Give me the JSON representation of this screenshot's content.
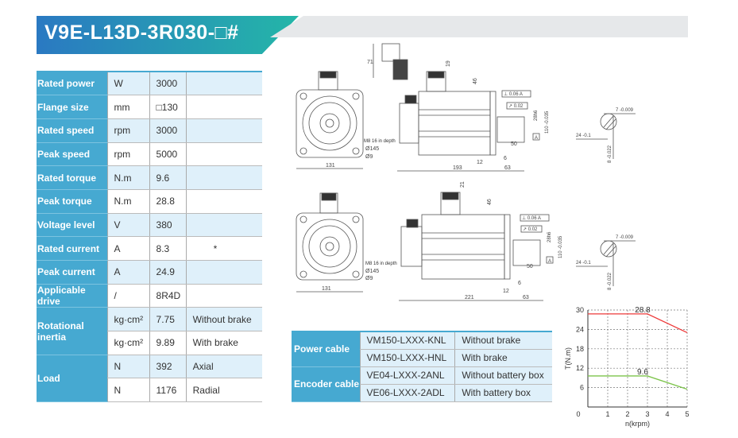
{
  "header": {
    "title": "V9E-L13D-3R030-□#"
  },
  "specs": [
    {
      "label": "Rated power",
      "unit": "W",
      "value": "3000",
      "note": ""
    },
    {
      "label": "Flange size",
      "unit": "mm",
      "value": "□130",
      "note": ""
    },
    {
      "label": "Rated speed",
      "unit": "rpm",
      "value": "3000",
      "note": ""
    },
    {
      "label": "Peak speed",
      "unit": "rpm",
      "value": "5000",
      "note": ""
    },
    {
      "label": "Rated torque",
      "unit": "N.m",
      "value": "9.6",
      "note": ""
    },
    {
      "label": "Peak torque",
      "unit": "N.m",
      "value": "28.8",
      "note": ""
    },
    {
      "label": "Voltage level",
      "unit": "V",
      "value": "380",
      "note": ""
    },
    {
      "label": "Rated current",
      "unit": "A",
      "value": "8.3",
      "note": "*"
    },
    {
      "label": "Peak current",
      "unit": "A",
      "value": "24.9",
      "note": ""
    },
    {
      "label": "Applicable drive",
      "unit": "/",
      "value": "8R4D",
      "note": ""
    }
  ],
  "inertia": {
    "label": "Rotational inertia",
    "rows": [
      {
        "unit": "kg·cm²",
        "value": "7.75",
        "note": "Without brake"
      },
      {
        "unit": "kg·cm²",
        "value": "9.89",
        "note": "With brake"
      }
    ]
  },
  "load": {
    "label": "Load",
    "rows": [
      {
        "unit": "N",
        "value": "392",
        "note": "Axial"
      },
      {
        "unit": "N",
        "value": "1176",
        "note": "Radial"
      }
    ]
  },
  "cables": [
    {
      "label": "Power cable",
      "rows": [
        {
          "model": "VM150-LXXX-KNL",
          "desc": "Without brake"
        },
        {
          "model": "VM150-LXXX-HNL",
          "desc": "With brake"
        }
      ]
    },
    {
      "label": "Encoder cable",
      "rows": [
        {
          "model": "VE04-LXXX-2ANL",
          "desc": "Without battery box"
        },
        {
          "model": "VE06-LXXX-2ADL",
          "desc": "With battery box"
        }
      ]
    }
  ],
  "drawings": {
    "top": {
      "d131": "131",
      "d193": "193",
      "d63": "63",
      "d12": "12",
      "d6": "6",
      "d50": "50",
      "d19": "19",
      "d46": "46",
      "d71": "71",
      "thread": "M8 16 in depth",
      "pcd": "Ø145",
      "hole": "Ø9",
      "perp": "⊥ 0.06 A",
      "runout": "↗ 0.02",
      "shaft": "28h6",
      "spigot": "110 -0.035",
      "datum": "A",
      "key_w": "7 -0.009",
      "key_h": "24 -0.1",
      "key_d": "8 -0.022"
    },
    "bottom": {
      "d131": "131",
      "d221": "221",
      "d63": "63",
      "d12": "12",
      "d6": "6",
      "d50": "50",
      "d21": "21",
      "d46": "46",
      "thread": "M8 16 in depth",
      "pcd": "Ø145",
      "hole": "Ø9",
      "perp": "⊥ 0.06 A",
      "runout": "↗ 0.02",
      "shaft": "28h6",
      "spigot": "110 -0.035",
      "datum": "A",
      "key_w": "7 -0.009",
      "key_h": "24 -0.1",
      "key_d": "8 -0.022"
    }
  },
  "chart_data": {
    "type": "line",
    "xlabel": "n(krpm)",
    "ylabel": "T(N.m)",
    "xlim": [
      0,
      5
    ],
    "ylim": [
      0,
      30
    ],
    "xticks": [
      "0",
      "1",
      "2",
      "3",
      "4",
      "5"
    ],
    "yticks": [
      "6",
      "12",
      "18",
      "24",
      "30"
    ],
    "grid": true,
    "series": [
      {
        "name": "Peak torque",
        "color": "#ee3a3a",
        "x": [
          0,
          3,
          5
        ],
        "y": [
          28.8,
          28.8,
          23
        ],
        "label": "28.8"
      },
      {
        "name": "Rated torque",
        "color": "#7cc44a",
        "x": [
          0,
          3,
          5
        ],
        "y": [
          9.6,
          9.6,
          5.5
        ],
        "label": "9.6"
      }
    ]
  }
}
